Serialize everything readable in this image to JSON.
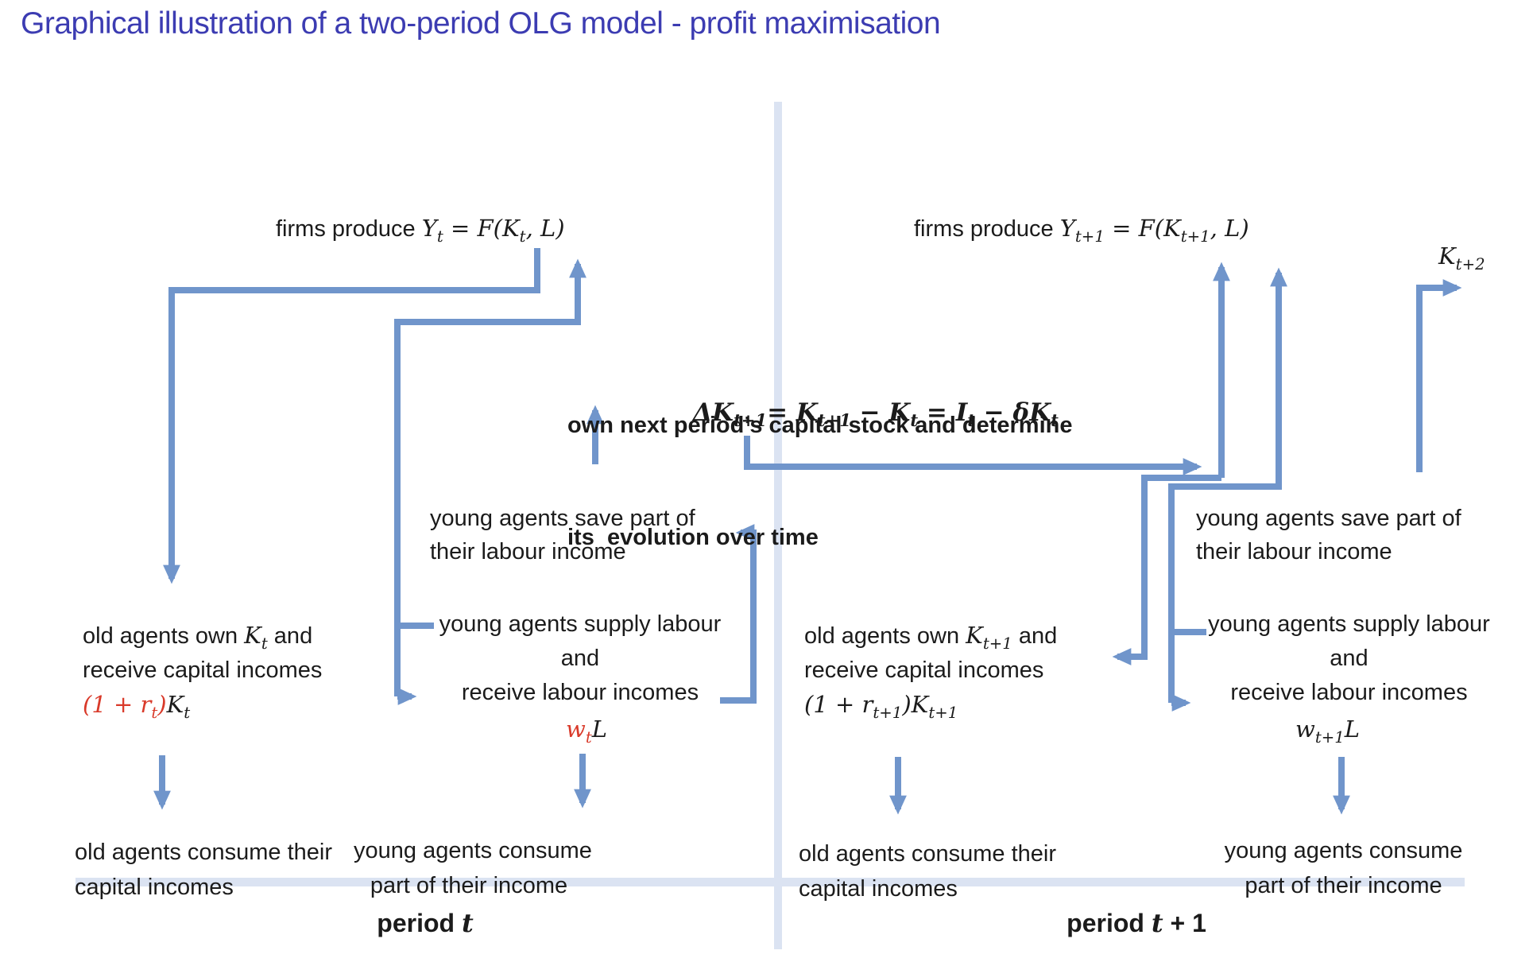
{
  "title": "Graphical illustration of a two-period OLG model - profit maximisation",
  "colors": {
    "title": "#3c3cb2",
    "arrow": "#7095cb",
    "divider": "#dbe3f2",
    "red": "#d93a2a",
    "text": "#1b1b1b"
  },
  "left": {
    "firms": "firms produce *Y_{t} = F(K_{t}, L)*",
    "old_own": [
      "old agents own *K_{t}* and",
      "receive capital incomes",
      "~*(1 + r_{t})*~*K_{t}*"
    ],
    "old_consume": [
      "old agents consume their",
      "capital incomes"
    ],
    "young_save": [
      "young agents save part of",
      "their labour income"
    ],
    "young_supply": [
      "young agents supply labour",
      "and",
      "receive labour incomes"
    ],
    "wage": "~*w_{t}*~*L*",
    "young_consume": [
      "young agents consume",
      "part of their income"
    ],
    "period_label": "period *t*"
  },
  "middle": {
    "own_capital_1": "own next period’s capital stock and determine",
    "own_capital_2": "its  evolution over time",
    "equation": "*ΔK_{t+1}= K_{t+1} − K_{t} = I_{t} − δK_{t}*"
  },
  "right": {
    "firms": "firms produce *Y_{t+1} = F(K_{t+1}, L)*",
    "k_next": "*K_{t+2}*",
    "old_own": [
      "old agents own *K_{t+1}* and",
      "receive capital incomes",
      "*(1 + r_{t+1})K_{t+1}*"
    ],
    "old_consume": [
      "old agents consume their",
      "capital incomes"
    ],
    "young_save": [
      "young agents save part of",
      "their labour income"
    ],
    "young_supply": [
      "young agents supply labour",
      "and",
      "receive labour incomes"
    ],
    "wage": "*w_{t+1}L*",
    "young_consume": [
      "young agents consume",
      "part of their income"
    ],
    "period_label": "period *t* + 1"
  }
}
